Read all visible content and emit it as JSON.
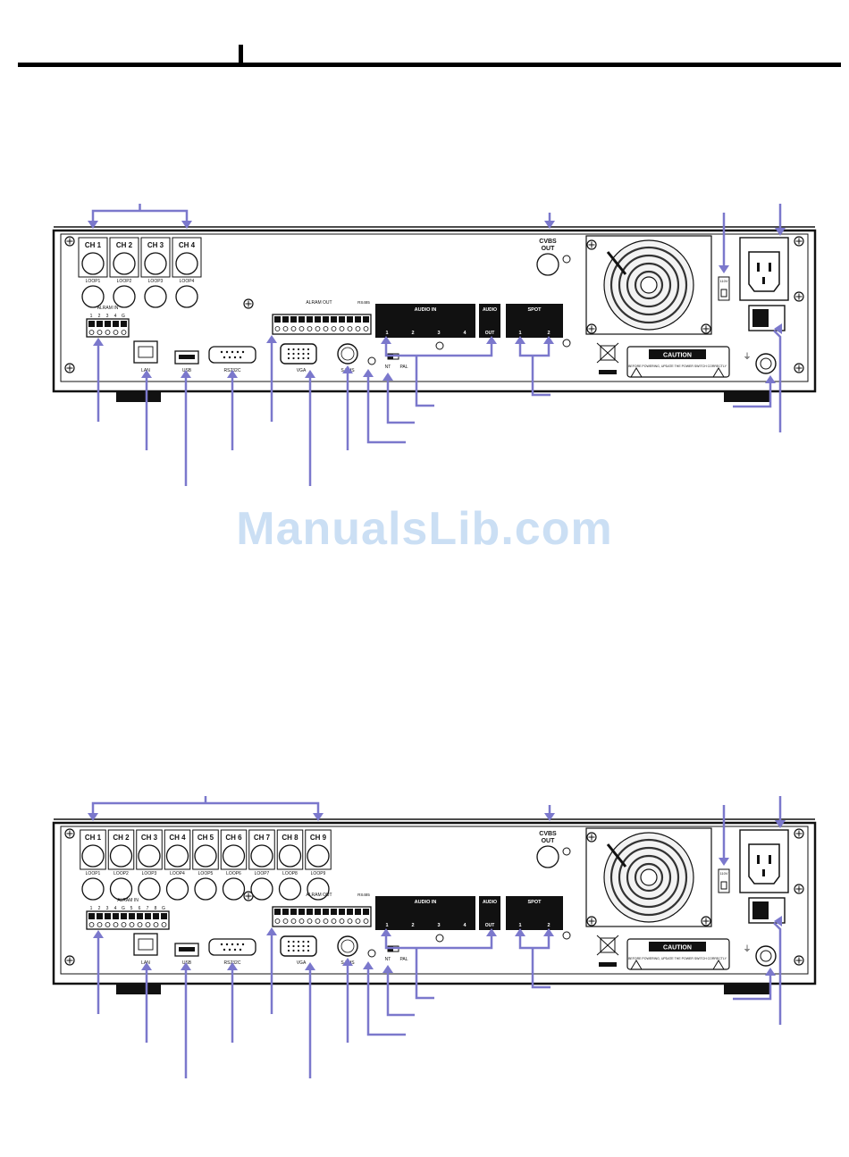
{
  "watermark": {
    "text": "ManualsLib.com",
    "color": "#c6dcf3"
  },
  "colors": {
    "callout": "#7b78cc",
    "panel_black": "#111111"
  },
  "panel_labels": {
    "loop_prefix": "LOOP",
    "alarm_in": "ALRAM IN",
    "alarm_out": "ALRAM OUT",
    "rs485": "RS485",
    "audio_in": "AUDIO IN",
    "audio_out_top": "AUDIO",
    "audio_out_bottom": "OUT",
    "spot": "SPOT",
    "cvbs_top": "CVBS",
    "cvbs_bottom": "OUT",
    "lan": "LAN",
    "usb": "USB",
    "rs232c": "RS232C",
    "vga": "VGA",
    "svhs": "S-VHS",
    "nt": "NT",
    "pal": "PAL",
    "caution": "CAUTION",
    "caution_text": "BEFORE POWERING, UPDATE THE POWER SWITCH CORRECTLY",
    "sw_label": "110V"
  },
  "panels": [
    {
      "id": "four-channel",
      "channels": [
        "CH 1",
        "CH 2",
        "CH 3",
        "CH 4"
      ],
      "audio_in_numbers": [
        "1",
        "2",
        "3",
        "4"
      ],
      "spot_numbers": [
        "1",
        "2"
      ],
      "alarm_in_numbers": [
        "1",
        "2",
        "3",
        "4",
        "G"
      ]
    },
    {
      "id": "nine-channel",
      "channels": [
        "CH 1",
        "CH 2",
        "CH 3",
        "CH 4",
        "CH 5",
        "CH 6",
        "CH 7",
        "CH 8",
        "CH 9"
      ],
      "audio_in_numbers": [
        "1",
        "2",
        "3",
        "4"
      ],
      "spot_numbers": [
        "1",
        "2"
      ],
      "alarm_in_numbers": [
        "1",
        "2",
        "3",
        "4",
        "G",
        "5",
        "6",
        "7",
        "8",
        "G"
      ]
    }
  ]
}
